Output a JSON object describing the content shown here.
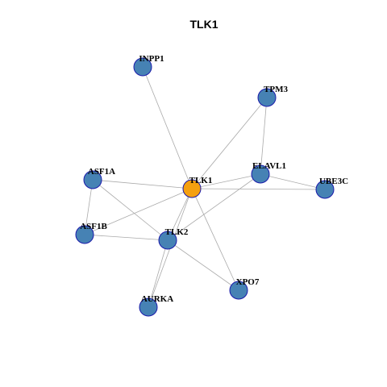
{
  "graph": {
    "title": "TLK1",
    "colors": {
      "center": "#f5a00f",
      "node": "#4682b4",
      "node_border": "#1a1aaa",
      "edge": "#aaaaaa"
    },
    "center": "TLK1",
    "nodes": [
      "INPP1",
      "TPM3",
      "ELAVL1",
      "UBE3C",
      "ASF1A",
      "TLK1",
      "ASF1B",
      "TLK2",
      "XPO7",
      "AURKA"
    ],
    "edges": [
      [
        "TLK1",
        "INPP1"
      ],
      [
        "TLK1",
        "TPM3"
      ],
      [
        "TLK1",
        "ELAVL1"
      ],
      [
        "TLK1",
        "UBE3C"
      ],
      [
        "TLK1",
        "ASF1A"
      ],
      [
        "TLK1",
        "ASF1B"
      ],
      [
        "TLK1",
        "TLK2"
      ],
      [
        "TLK1",
        "XPO7"
      ],
      [
        "TLK1",
        "AURKA"
      ],
      [
        "TPM3",
        "ELAVL1"
      ],
      [
        "ELAVL1",
        "UBE3C"
      ],
      [
        "ELAVL1",
        "TLK2"
      ],
      [
        "ASF1A",
        "ASF1B"
      ],
      [
        "ASF1A",
        "TLK2"
      ],
      [
        "ASF1B",
        "TLK2"
      ],
      [
        "TLK2",
        "XPO7"
      ],
      [
        "TLK2",
        "AURKA"
      ]
    ]
  }
}
